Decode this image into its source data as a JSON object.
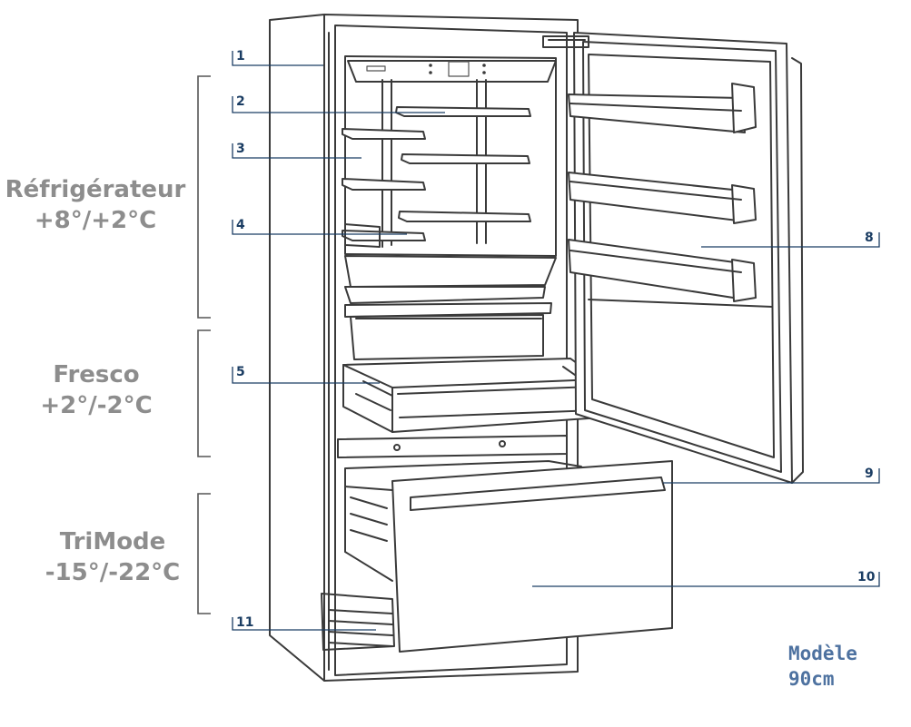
{
  "zones": [
    {
      "name": "Réfrigérateur",
      "temp": "+8°/+2°C"
    },
    {
      "name": "Fresco",
      "temp": "+2°/-2°C"
    },
    {
      "name": "TriMode",
      "temp": "-15°/-22°C"
    }
  ],
  "callouts": [
    "1",
    "2",
    "3",
    "4",
    "5",
    "8",
    "9",
    "10",
    "11"
  ],
  "model": {
    "line1": "Modèle",
    "line2": "90cm"
  },
  "colors": {
    "zone_text": "#8d8d8d",
    "callout": "#1b3d63",
    "model_text": "#4e72a0",
    "outline": "#3a3a3a"
  }
}
